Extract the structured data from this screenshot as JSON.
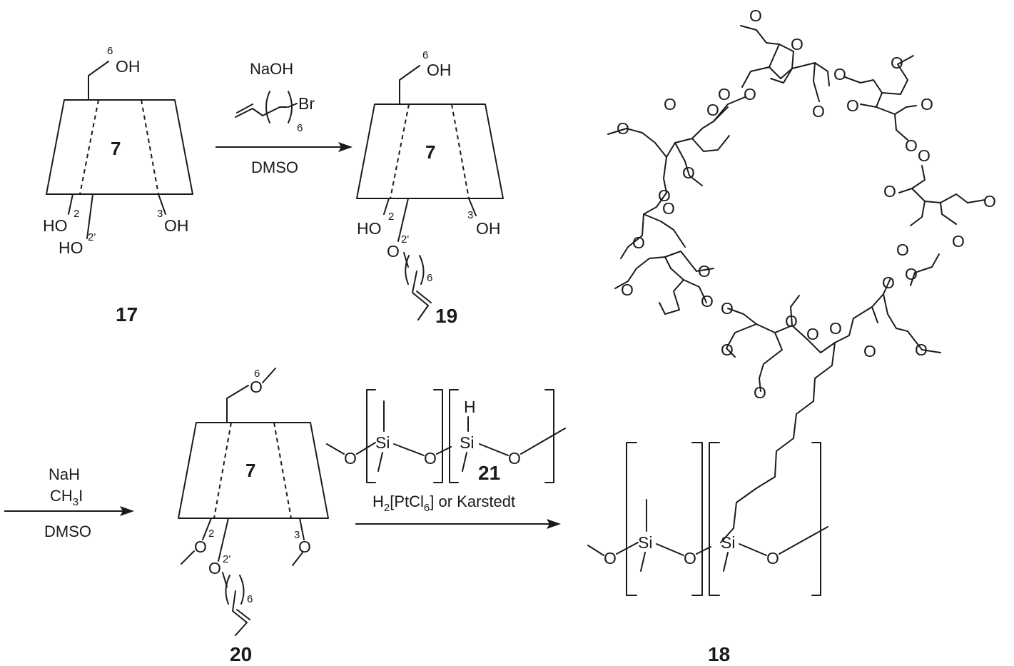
{
  "compounds": {
    "c17": {
      "label": "17",
      "ring_number": "7",
      "oh6": "OH",
      "oh2": "HO",
      "oh2p": "HO",
      "oh3": "OH",
      "pos6": "6",
      "pos2": "2",
      "pos2p": "2'",
      "pos3": "3"
    },
    "c19": {
      "label": "19",
      "ring_number": "7",
      "oh6": "OH",
      "oh2": "HO",
      "o2p": "O",
      "oh3": "OH",
      "pos6": "6",
      "pos2": "2",
      "pos2p": "2'",
      "pos3": "3",
      "chain_n": "6"
    },
    "c20": {
      "label": "20",
      "ring_number": "7",
      "o6": "O",
      "o2": "O",
      "o2p": "O",
      "o3": "O",
      "pos6": "6",
      "pos2": "2",
      "pos2p": "2'",
      "pos3": "3",
      "chain_n": "6"
    },
    "c18": {
      "label": "18"
    },
    "c21": {
      "label": "21"
    }
  },
  "step1": {
    "reagent_top": "NaOH",
    "reagent_alkyl": "Br",
    "alkyl_n": "6",
    "solvent": "DMSO"
  },
  "step2": {
    "reagent1": "NaH",
    "reagent2_a": "CH",
    "reagent2_sub": "3",
    "reagent2_b": "I",
    "solvent": "DMSO"
  },
  "step3": {
    "catalyst_a": "H",
    "catalyst_sub1": "2",
    "catalyst_b": "[PtCl",
    "catalyst_sub2": "6",
    "catalyst_c": "] or Karstedt"
  },
  "atoms": {
    "O": "O",
    "Si": "Si",
    "H": "H"
  }
}
